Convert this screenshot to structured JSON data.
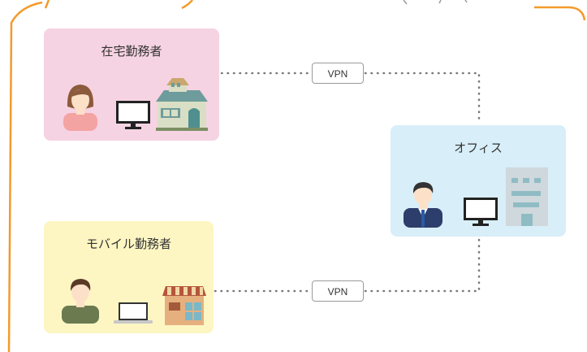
{
  "nodes": {
    "home": {
      "label": "在宅勤務者",
      "fill": "#f6d3e2"
    },
    "office": {
      "label": "オフィス",
      "fill": "#d8eef8"
    },
    "mobile": {
      "label": "モバイル勤務者",
      "fill": "#fdf6c3"
    }
  },
  "links": [
    {
      "label": "VPN"
    },
    {
      "label": "VPN"
    }
  ],
  "colors": {
    "frame": "#f39a2b",
    "connector": "#7a7a7a"
  },
  "icons": [
    "woman-icon",
    "monitor-icon",
    "house-icon",
    "businessman-icon",
    "office-building-icon",
    "man-icon",
    "laptop-icon",
    "shop-icon"
  ]
}
